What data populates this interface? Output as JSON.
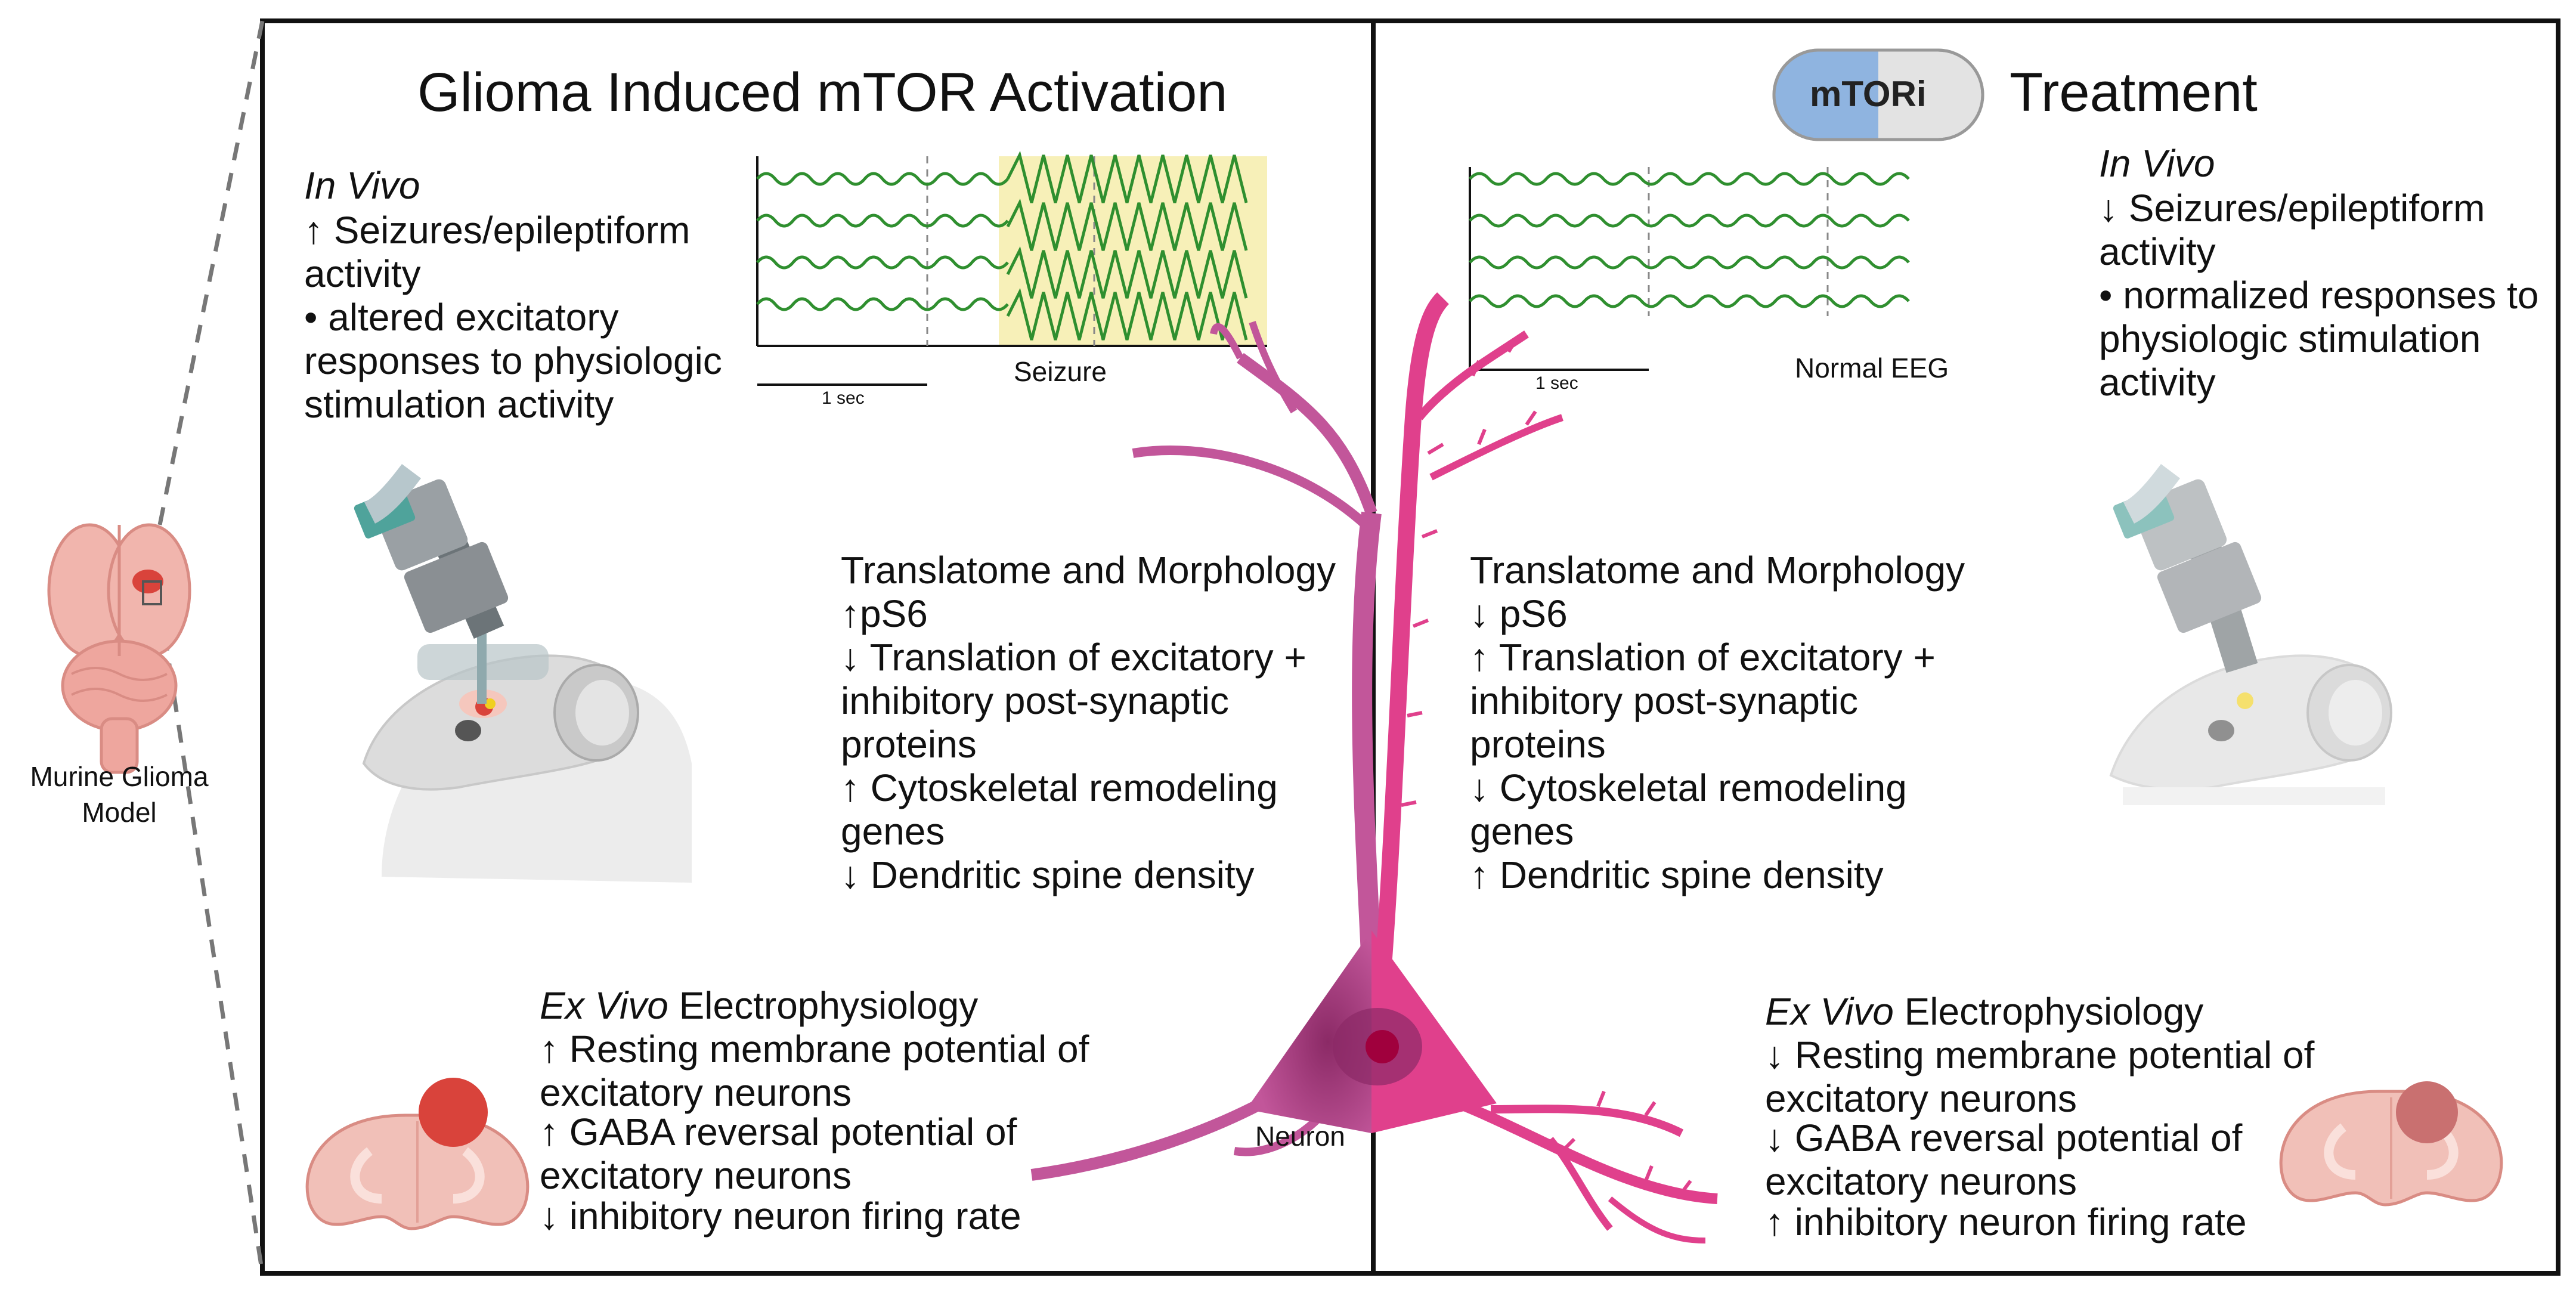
{
  "left_panel": {
    "title": "Glioma Induced mTOR Activation",
    "in_vivo": {
      "heading": "In Vivo",
      "lines": [
        "↑ Seizures/epileptiform",
        "activity",
        "• altered excitatory",
        "responses to physiologic",
        "stimulation activity"
      ]
    },
    "eeg": {
      "scale_label": "1 sec",
      "caption": "Seizure"
    },
    "translatome": {
      "lines": [
        "Translatome and Morphology",
        "↑pS6",
        "↓ Translation of excitatory +",
        "inhibitory post-synaptic",
        "proteins",
        "↑ Cytoskeletal remodeling",
        "genes",
        "↓ Dendritic spine density"
      ]
    },
    "ex_vivo": {
      "heading_italic": "Ex Vivo",
      "heading_rest": " Electrophysiology",
      "lines": [
        "↑ Resting membrane potential of",
        "excitatory neurons",
        "↑ GABA reversal potential of",
        "excitatory neurons",
        "↓ inhibitory neuron firing rate"
      ]
    }
  },
  "right_panel": {
    "pill_label": "mTORi",
    "title": "Treatment",
    "in_vivo": {
      "heading": "In Vivo",
      "lines": [
        "↓ Seizures/epileptiform",
        "activity",
        "• normalized responses to",
        "physiologic stimulation",
        "activity"
      ]
    },
    "eeg": {
      "scale_label": "1 sec",
      "caption": "Normal EEG"
    },
    "translatome": {
      "lines": [
        "Translatome and Morphology",
        "↓ pS6",
        "↑ Translation of excitatory +",
        "inhibitory post-synaptic",
        "proteins",
        "↓ Cytoskeletal remodeling",
        "genes",
        "↑ Dendritic spine density"
      ]
    },
    "ex_vivo": {
      "heading_italic": "Ex Vivo",
      "heading_rest": " Electrophysiology",
      "lines": [
        "↓ Resting membrane potential of",
        "excitatory neurons",
        "↓ GABA reversal potential of",
        "excitatory neurons",
        "↑ inhibitory neuron firing rate"
      ]
    }
  },
  "model_label": [
    "Murine Glioma",
    "Model"
  ],
  "neuron_label": "Neuron",
  "colors": {
    "neuron_left": "#c2569a",
    "neuron_right": "#e0408c",
    "eeg_trace": "#2f8f2f",
    "seizure_highlight": "#f7f0b8",
    "tumor": "#d9433b",
    "brain": "#f1b5ad",
    "pill_blue": "#8fb4e0",
    "pill_grey": "#e3e3e3"
  },
  "icons": [
    "brain-icon",
    "mouse-with-probe-icon",
    "brain-section-icon",
    "pill-icon",
    "neuron-icon"
  ]
}
